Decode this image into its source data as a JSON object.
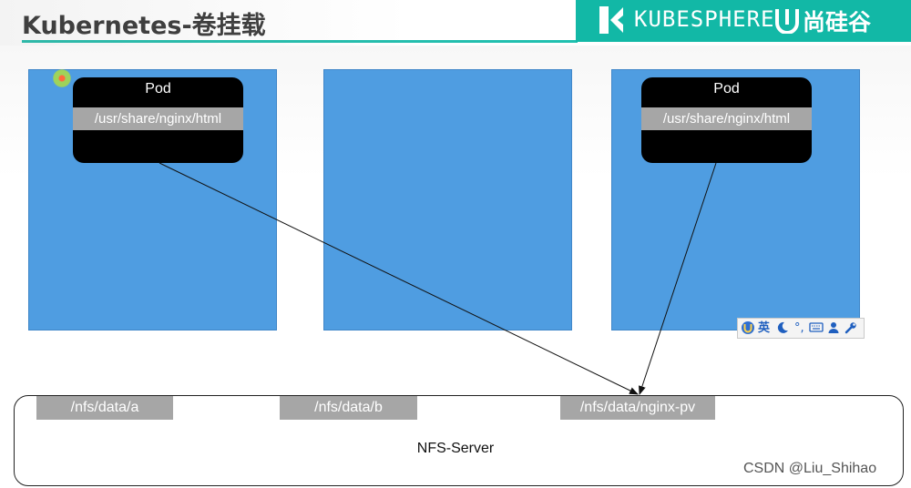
{
  "header": {
    "title": "Kubernetes-卷挂载",
    "brand_name": "KUBESPHERE",
    "brand_cn": "尚硅谷"
  },
  "pods": [
    {
      "title": "Pod",
      "mount_path": "/usr/share/nginx/html"
    },
    {
      "title": "Pod",
      "mount_path": "/usr/share/nginx/html"
    }
  ],
  "nfs": {
    "label": "NFS-Server",
    "dirs": [
      "/nfs/data/a",
      "/nfs/data/b",
      "/nfs/data/nginx-pv"
    ]
  },
  "ime_toolbar": {
    "lang_label": "英",
    "punct": "°,"
  },
  "watermark": "CSDN @Liu_Shihao",
  "colors": {
    "node_fill": "#4f9de1",
    "pod_fill": "#000000",
    "path_band": "#a6a6a6",
    "brand_bg": "#12b8a6"
  },
  "icons": {
    "brand_logo": "kubesphere-logo-icon",
    "brand_mark": "atguigu-logo-icon",
    "ime": [
      "ime-logo-icon",
      "moon-icon",
      "keyboard-icon",
      "user-icon",
      "wrench-icon"
    ]
  }
}
